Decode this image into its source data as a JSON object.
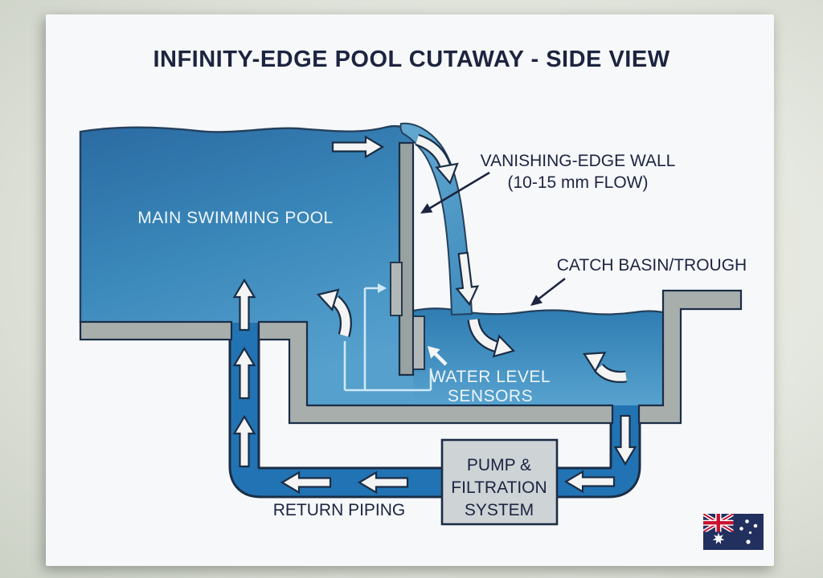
{
  "poster": {
    "title": "INFINITY-EDGE POOL CUTAWAY - SIDE VIEW",
    "labels": {
      "main_pool": "MAIN SWIMMING POOL",
      "vanishing_wall_1": "VANISHING-EDGE WALL",
      "vanishing_wall_2": "(10-15 mm FLOW)",
      "catch_basin": "CATCH BASIN/TROUGH",
      "water_level_1": "WATER LEVEL",
      "water_level_2": "SENSORS",
      "pump_1": "PUMP &",
      "pump_2": "FILTRATION",
      "pump_3": "SYSTEM",
      "return_piping": "RETURN PIPING"
    },
    "colors": {
      "water_dark": "#2a6ba2",
      "water_mid": "#3a87ba",
      "water_light": "#55a0cd",
      "pipe_blue": "#2273b3",
      "outline_navy": "#1b2d45",
      "shell_gray": "#a7aeac",
      "wall_gray": "#99a1a1",
      "sensor_gray": "#b2b8b7",
      "pump_gray": "#ced3d6",
      "text_navy": "#1c2440",
      "wire_blue": "#cfe9f7",
      "flag_navy": "#22305f",
      "flag_red": "#c8102e"
    },
    "icons": {
      "flag": "australia-flag"
    }
  }
}
